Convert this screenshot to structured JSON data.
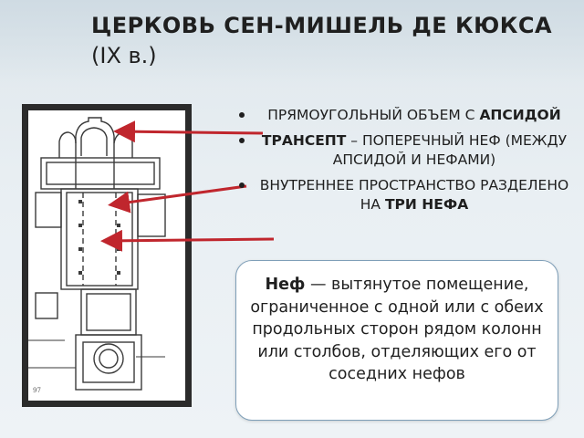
{
  "title": {
    "main": "ЦЕРКОВЬ СЕН-МИШЕЛЬ ДЕ КЮКСА",
    "period": "(IX в.)"
  },
  "plan": {
    "figure_number": "97"
  },
  "bullets": [
    {
      "text": "ПРЯМОУГОЛЬНЫЙ ОБЪЕМ С ",
      "bold": "АПСИДОЙ"
    },
    {
      "bold": "ТРАНСЕПТ",
      "text": " – ПОПЕРЕЧНЫЙ НЕФ (МЕЖДУ АПСИДОЙ И НЕФАМИ)"
    },
    {
      "text": "ВНУТРЕННЕЕ ПРОСТРАНСТВО РАЗДЕЛЕНО НА ",
      "bold": "ТРИ НЕФА"
    }
  ],
  "callout": {
    "term": "Неф",
    "definition": " — вытянутое помещение, ограниченное с одной или с обеих продольных сторон рядом колонн или столбов, отделяющих его от соседних нефов"
  },
  "colors": {
    "arrow": "#c0262d",
    "callout_border": "#7f9fb8",
    "frame": "#2b2b2b"
  }
}
